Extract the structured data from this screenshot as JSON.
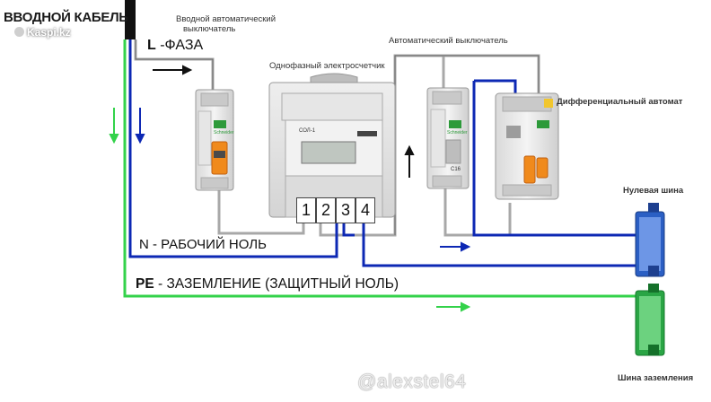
{
  "title": "ВВОДНОЙ КАБЕЛЬ",
  "watermark_top": "Kaspi.kz",
  "watermark_bottom": "@alexstel64",
  "labels": {
    "input_breaker": "Вводной автоматический выключатель",
    "phase": "L -ФАЗА",
    "phase_letter": "L",
    "phase_word": " -ФАЗА",
    "meter": "Однофазный электросчетчик",
    "auto_breaker": "Автоматический выключатель",
    "rcbo": "Дифференциальный автомат",
    "neutral_bus": "Нулевая шина",
    "ground_bus": "Шина заземления",
    "neutral": "N - РАБОЧИЙ НОЛЬ",
    "pe_letter": "PE",
    "pe_word": " - ЗАЗЕМЛЕНИЕ (ЗАЩИТНЫЙ НОЛЬ)"
  },
  "input_breaker_lines": [
    "Вводной автоматический",
    "выключатель"
  ],
  "meter_terminals": [
    "1",
    "2",
    "3",
    "4"
  ],
  "meter_model": "СОЛ-1",
  "breaker_brand": "Schneider",
  "breaker_rating": "C16",
  "wire_colors": {
    "phase": "#a8a8a8",
    "neutral": "#0d28b4",
    "ground": "#33d24a",
    "cable": "#111111"
  }
}
